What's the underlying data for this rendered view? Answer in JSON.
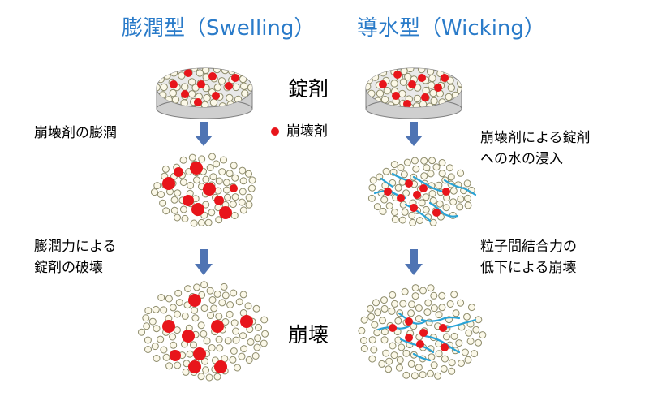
{
  "titles": {
    "swelling": "膨潤型（Swelling）",
    "wicking": "導水型（Wicking）"
  },
  "labels": {
    "tablet": "錠剤",
    "disintegrant_legend": "崩壊剤",
    "collapse": "崩壊",
    "swelling_step1": [
      "崩壊剤の膨潤"
    ],
    "swelling_step2": [
      "膨潤力による",
      "錠剤の破壊"
    ],
    "wicking_step1": [
      "崩壊剤による錠剤",
      "への水の浸入"
    ],
    "wicking_step2": [
      "粒子間結合力の",
      "低下による崩壊"
    ]
  },
  "colors": {
    "title": "#2a7bc9",
    "particle_fill": "#fbf8e8",
    "particle_stroke": "#8c8a6a",
    "disintegrant": "#e8151b",
    "water": "#29a3d6",
    "arrow": "#4f74b3",
    "tablet_fill": "#cfcfcf",
    "tablet_stroke": "#7f7f7f"
  }
}
